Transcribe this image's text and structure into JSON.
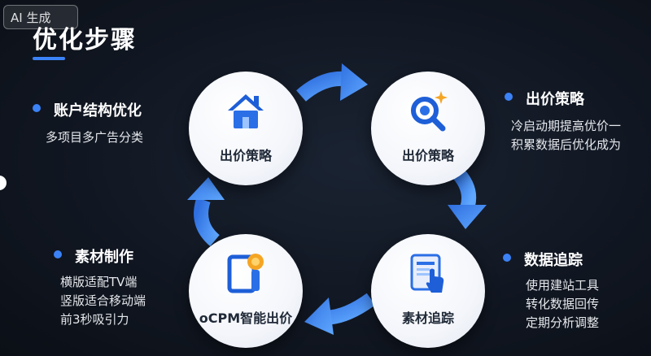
{
  "badge": "AI 生成",
  "title": "优化步骤",
  "nodes": [
    {
      "label": "出价策略",
      "icon": "home-icon"
    },
    {
      "label": "出价策略",
      "icon": "search-magnifier-icon"
    },
    {
      "label": "素材追踪",
      "icon": "tablet-touch-icon"
    },
    {
      "label": "oCPM智能出价",
      "icon": "tablet-lightbulb-icon"
    }
  ],
  "sides": {
    "account": {
      "heading": "账户结构优化",
      "lines": [
        "多项目多广告分类"
      ]
    },
    "bid": {
      "heading": "出价策略",
      "lines": [
        "冷启动期提高优价一",
        "积累数据后优化成为"
      ]
    },
    "tracking": {
      "heading": "数据追踪",
      "lines": [
        "使用建站工具",
        "转化数据回传",
        "定期分析调整"
      ]
    },
    "material": {
      "heading": "素材制作",
      "lines": [
        "横版适配TV端",
        "竖版适合移动端",
        "前3秒吸引力"
      ]
    }
  },
  "colors": {
    "accent": "#3b82f6",
    "arrow": "#3d8ef0",
    "background": "#111722"
  }
}
